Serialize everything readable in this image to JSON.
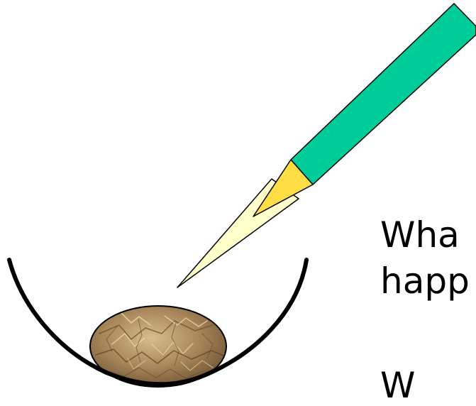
{
  "slide": {
    "background_color": "#ffffff",
    "text_lines": [
      "Wha",
      "happ",
      "W"
    ]
  },
  "illustration": {
    "pipette": {
      "tube_color": "#00cc99",
      "tip_color": "#ffdd44",
      "tip_end_color": "#ffffcc"
    },
    "dish": {
      "outline_color": "#000000"
    },
    "sample": {
      "fill_color": "#a8865a",
      "highlight_color": "#d8bd8c",
      "shadow_color": "#6e5233"
    }
  }
}
